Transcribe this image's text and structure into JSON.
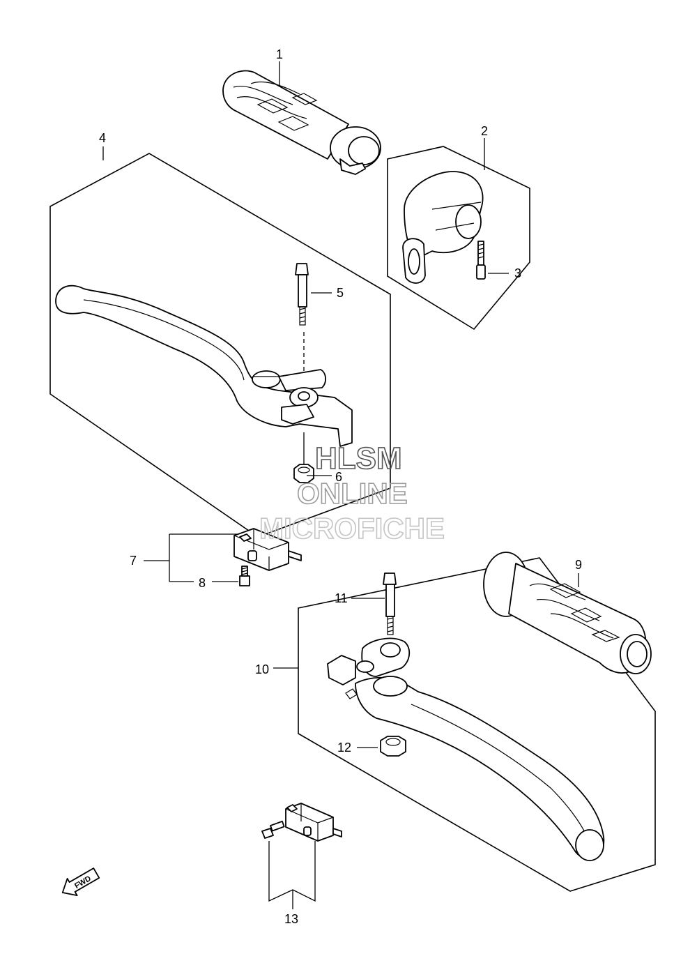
{
  "callouts": {
    "c1": "1",
    "c2": "2",
    "c3": "3",
    "c4": "4",
    "c5": "5",
    "c6": "6",
    "c7": "7",
    "c8": "8",
    "c9": "9",
    "c10": "10",
    "c11": "11",
    "c12": "12",
    "c13": "13"
  },
  "fwd_label": "FWD",
  "watermark": {
    "line1": "HLSM",
    "line2": "ONLINE",
    "line3": "MICROFICHE"
  },
  "colors": {
    "ink": "#000000",
    "watermark": "#9a9a9a",
    "background": "#ffffff"
  }
}
